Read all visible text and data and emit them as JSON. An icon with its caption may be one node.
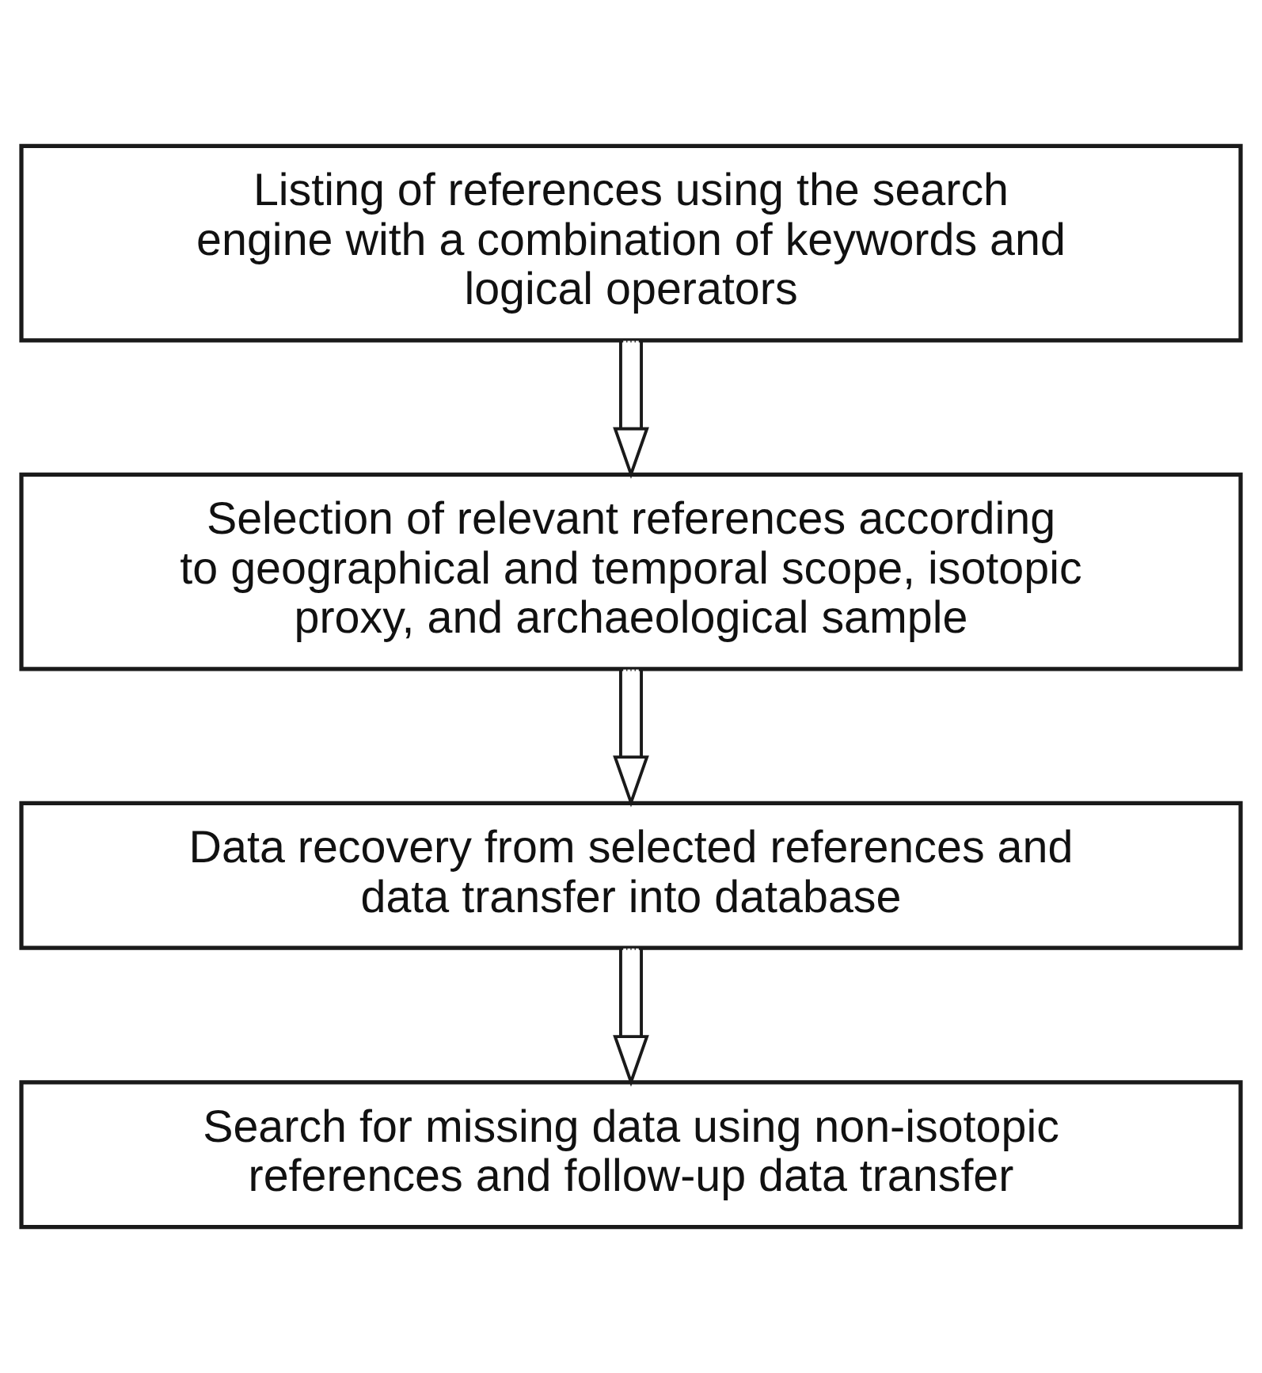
{
  "diagram": {
    "nodes": [
      {
        "text": [
          "Listing of references using the search engine with a combination of keywords and logical operators"
        ]
      },
      {
        "text": [
          "Selection of relevant references according to geographical and temporal scope, isotopic proxy, and archaeological sample"
        ]
      },
      {
        "text": [
          "Data recovery from selected references and data transfer into database"
        ]
      },
      {
        "text": [
          "Search for missing data using non-isotopic references and follow-up data transfer"
        ]
      }
    ],
    "edges": [
      {
        "from": 0,
        "to": 1,
        "arrow": "to"
      },
      {
        "from": 1,
        "to": 2,
        "arrow": "to"
      },
      {
        "from": 2,
        "to": 3,
        "arrow": "to"
      }
    ]
  }
}
